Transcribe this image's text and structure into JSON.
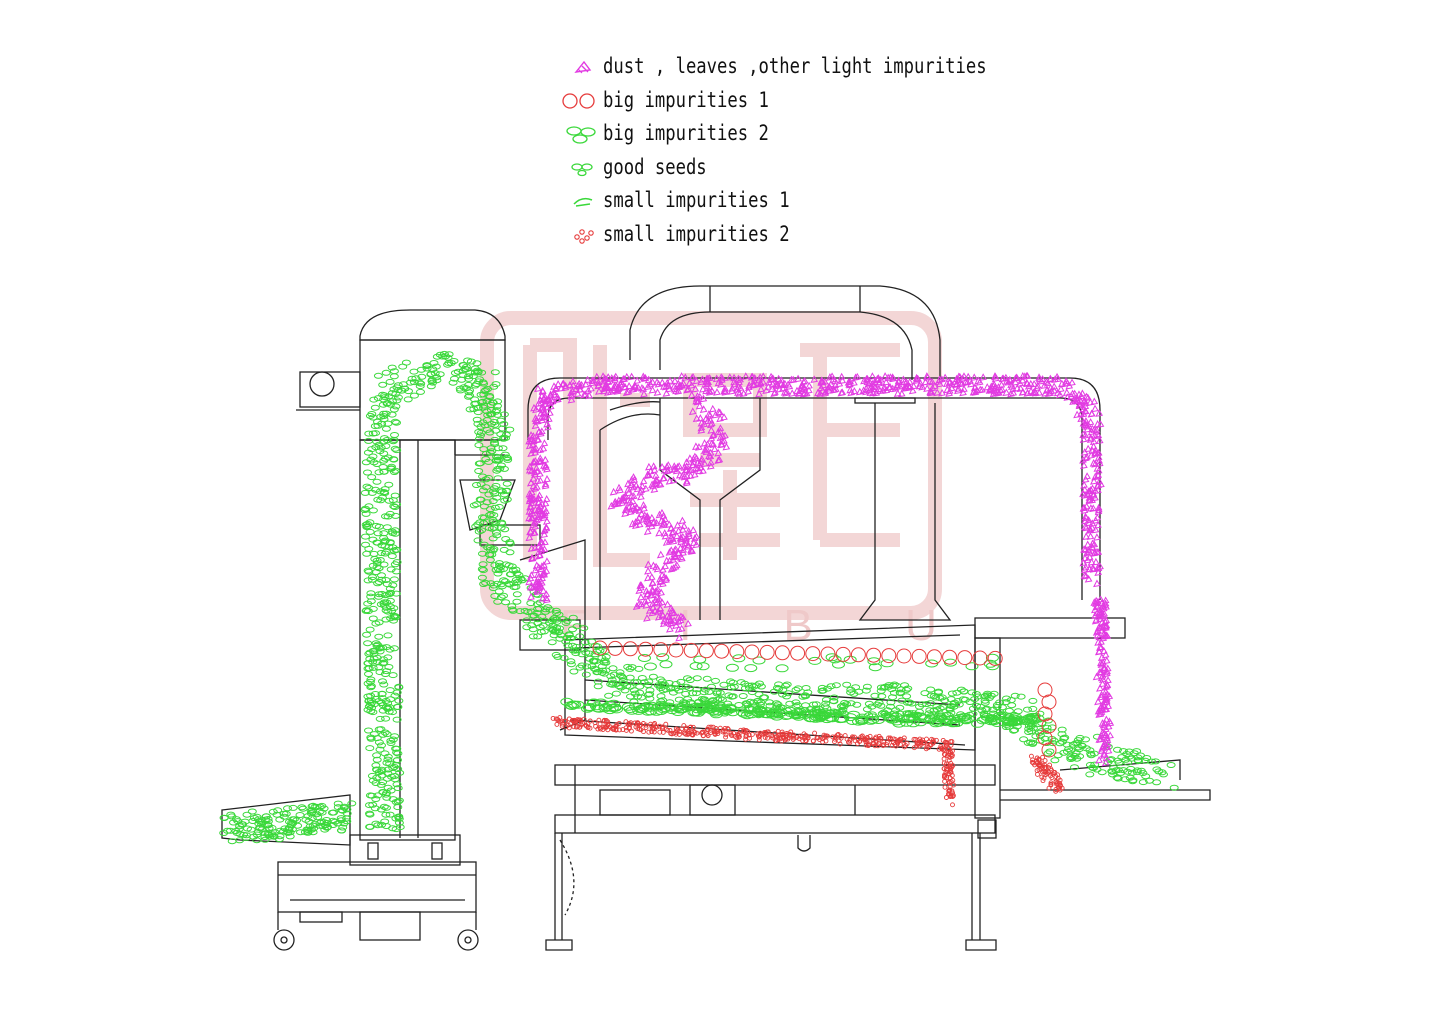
{
  "legend": [
    {
      "label": "dust , leaves ,other light impurities",
      "symbol": "magenta-leaf-icon",
      "color": "#e23be2"
    },
    {
      "label": "big impurities 1",
      "symbol": "red-circle-icon",
      "color": "#e63b3b"
    },
    {
      "label": "big impurities 2",
      "symbol": "green-oval-icon",
      "color": "#3ad83a"
    },
    {
      "label": "good seeds",
      "symbol": "green-seed-icon",
      "color": "#3ad83a"
    },
    {
      "label": "small impurities 1",
      "symbol": "green-dash-icon",
      "color": "#3ad83a"
    },
    {
      "label": "small impurities 2",
      "symbol": "red-dots-icon",
      "color": "#e63b3b"
    }
  ],
  "watermark": {
    "text": "F I  B U",
    "color": "#e8b7b7"
  },
  "colors": {
    "line": "#222222",
    "light": "#e23be2",
    "big1": "#e63b3b",
    "green": "#3ad83a",
    "small2": "#e63b3b"
  }
}
